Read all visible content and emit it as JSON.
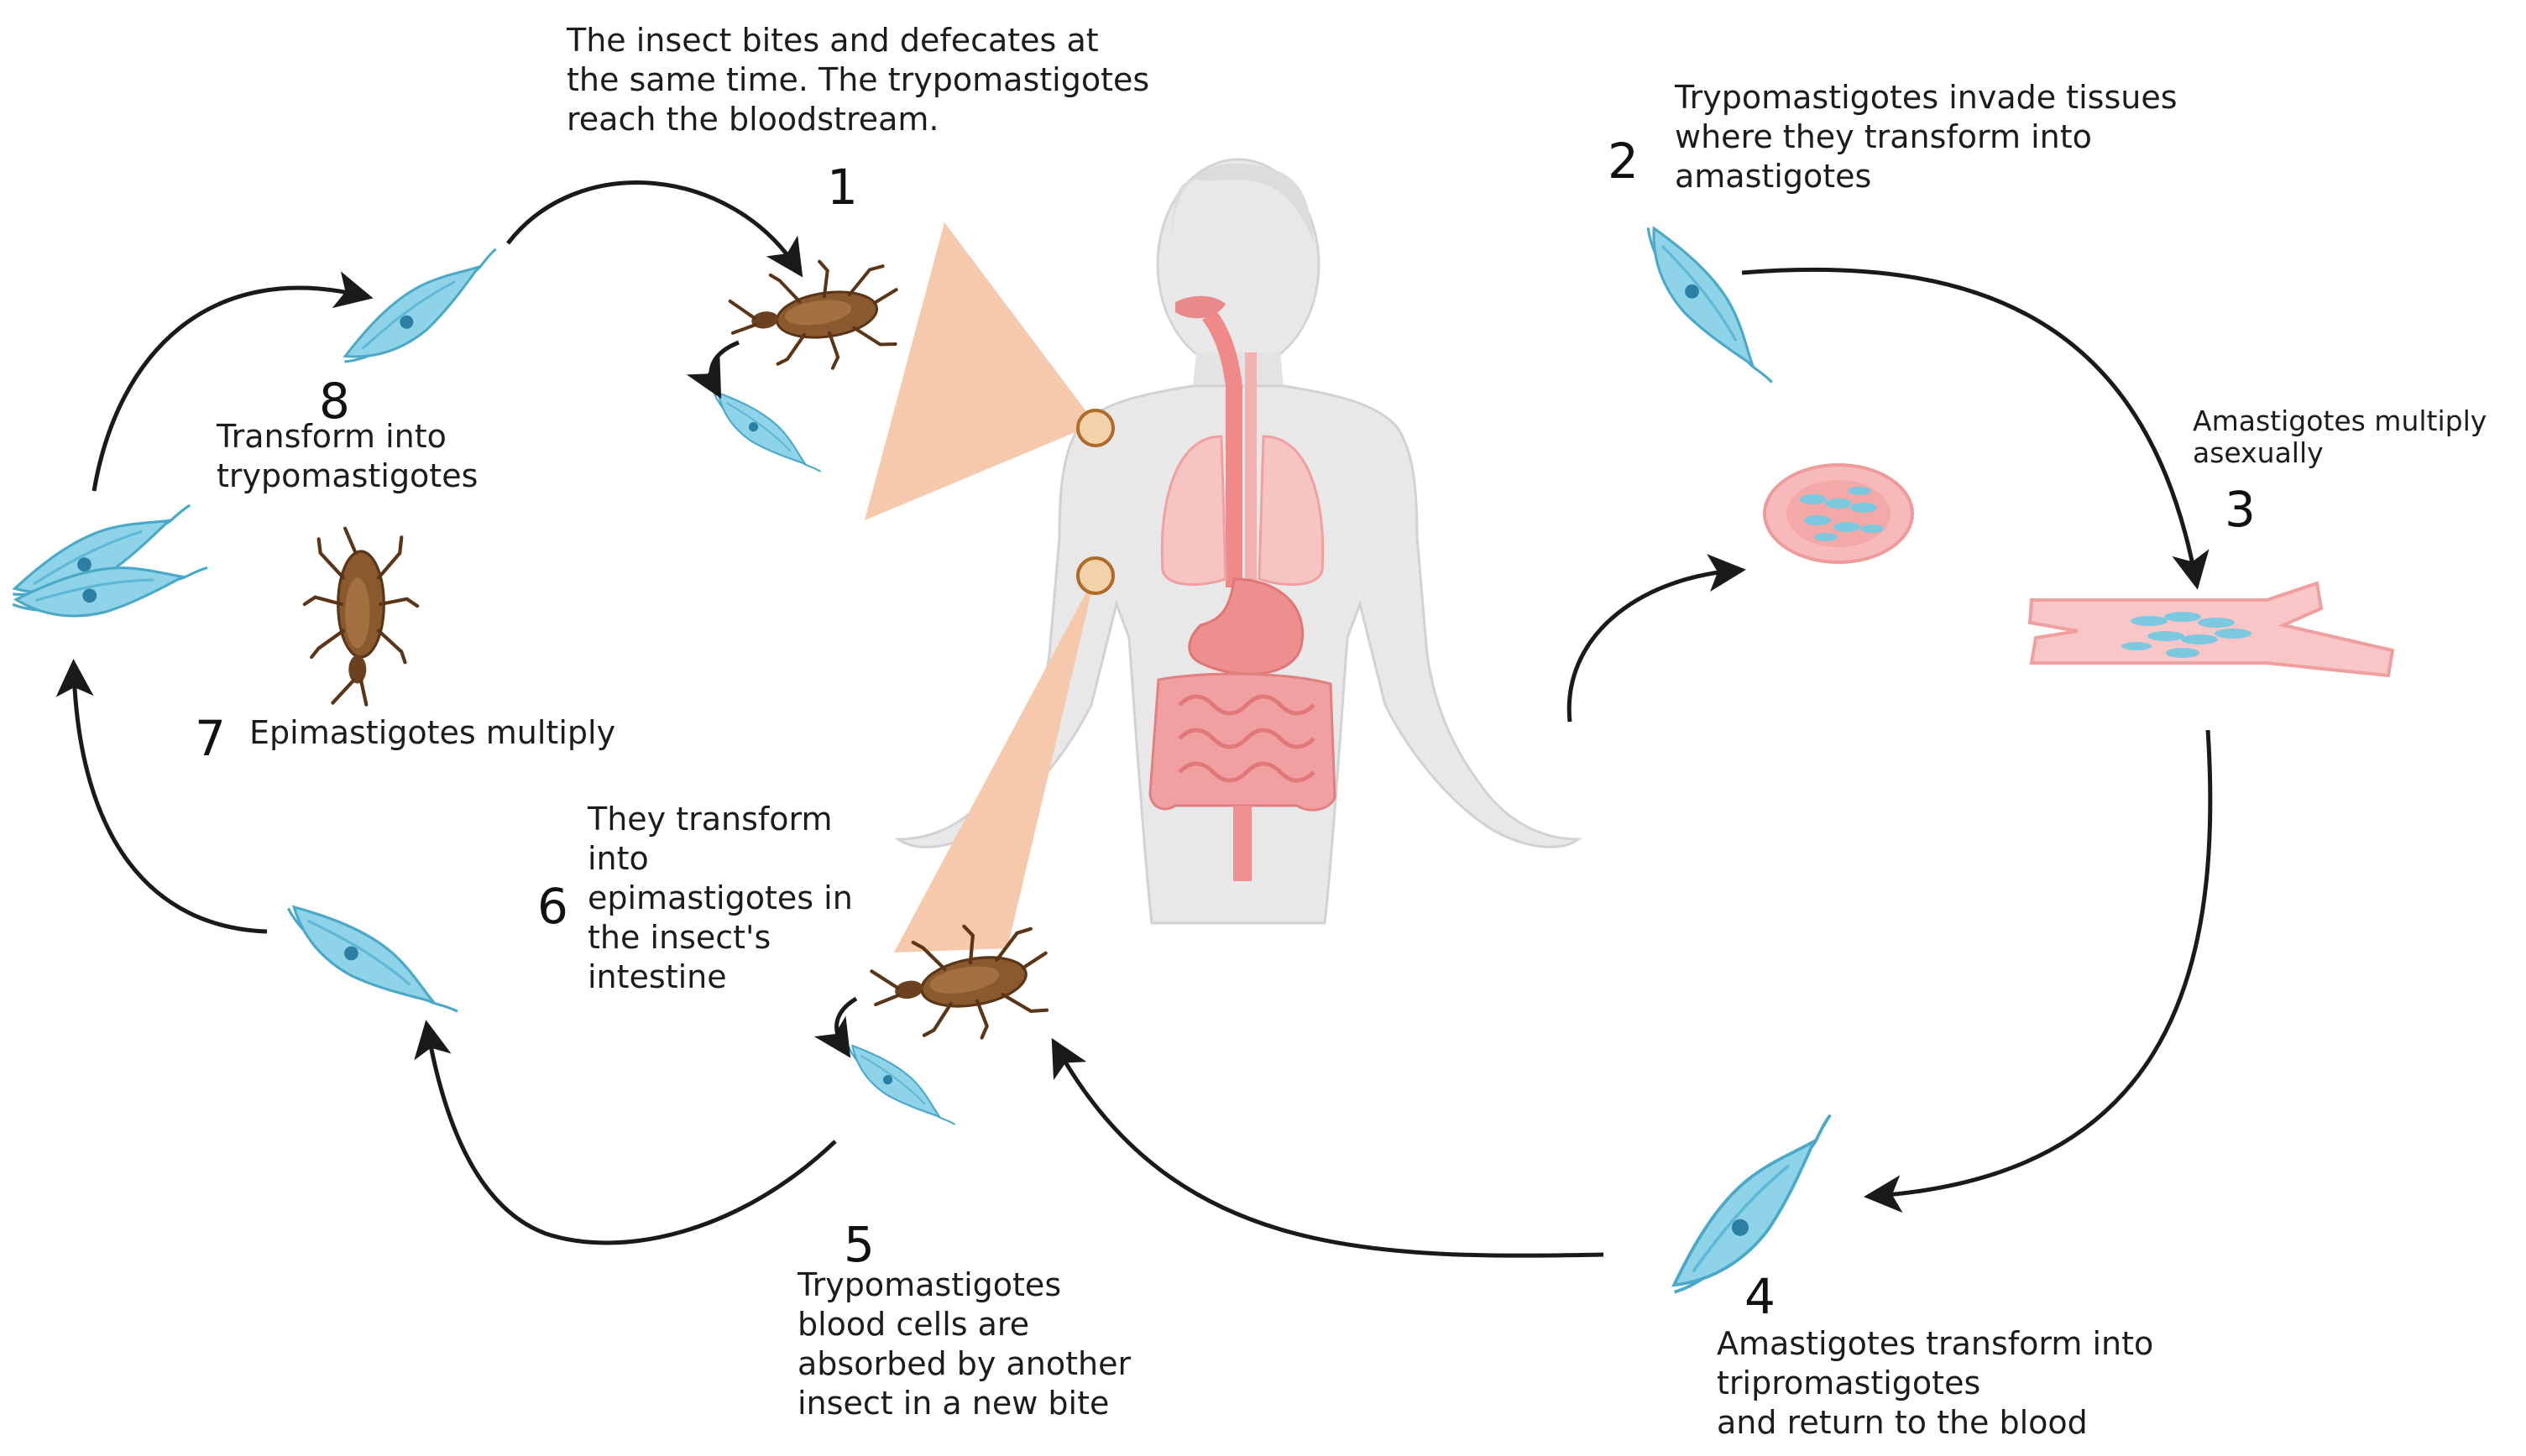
{
  "steps": [
    {
      "number": "1",
      "text": "The insect bites and defecates at\nthe same time. The trypomastigotes\nreach the bloodstream."
    },
    {
      "number": "2",
      "text": "Trypomastigotes invade tissues\nwhere they transform into\namastigotes"
    },
    {
      "number": "3",
      "text": "Amastigotes multiply\nasexually"
    },
    {
      "number": "4",
      "text": "Amastigotes transform into\ntripromastigotes\nand return to the blood"
    },
    {
      "number": "5",
      "text": " Trypomastigotes\nblood cells are\nabsorbed by another\ninsect in a new bite"
    },
    {
      "number": "6",
      "text": "They transform\ninto\nepimastigotes in\nthe insect's\nintestine"
    },
    {
      "number": "7",
      "text": "Epimastigotes multiply"
    },
    {
      "number": "8",
      "text": "Transform into\ntrypomastigotes"
    }
  ],
  "colors": {
    "parasite": "#7cc8df",
    "parasite_dark": "#3f9fc0",
    "insect": "#8a5a2e",
    "body": "#e6e6e6",
    "organs": "#f0a0a0",
    "wedge": "#f6c8ac",
    "arrow": "#1a1a1a"
  },
  "icons": [
    "insect-icon",
    "trypomastigote-icon",
    "human-body-icon",
    "infected-cell-icon",
    "muscle-fiber-icon"
  ]
}
